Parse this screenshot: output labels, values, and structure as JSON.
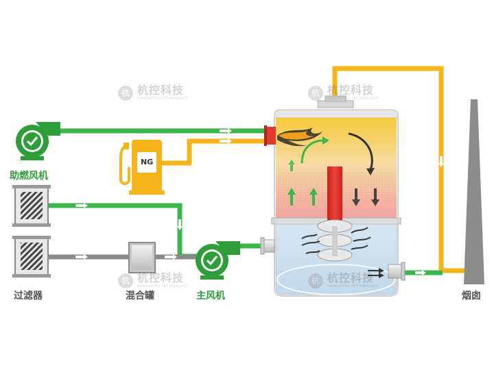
{
  "labels": {
    "combustion_fan": "助燃风机",
    "filter": "过滤器",
    "mixing_tank": "混合罐",
    "main_fan": "主风机",
    "chimney": "烟囱",
    "natural_gas": "NG"
  },
  "watermark": {
    "cn": "杭控科技",
    "en": "HANGKONG TECHNOLOGY",
    "logo_glyph": "杭"
  },
  "colors": {
    "green_pipe": "#3cb54a",
    "yellow_pipe": "#f5b51a",
    "gray_pipe": "#8a8a8a",
    "fan_green": "#2f9e3a",
    "label_green": "#2f9e3a",
    "flame_red": "#e8322a"
  }
}
